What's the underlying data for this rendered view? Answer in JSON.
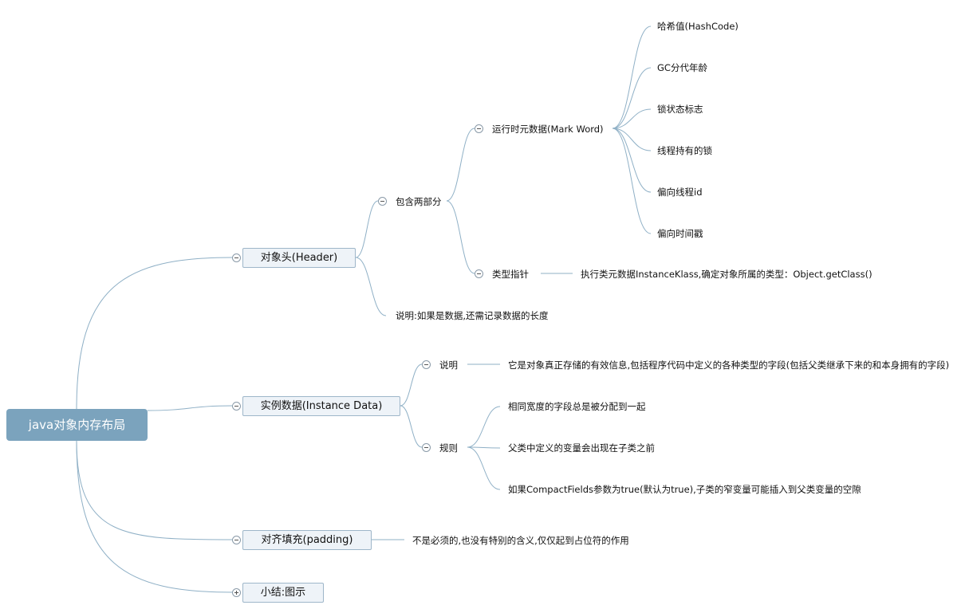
{
  "root": {
    "label": "java对象内存布局"
  },
  "header": {
    "label": "对象头(Header)",
    "contains": {
      "label": "包含两部分",
      "mark_word": {
        "label": "运行时元数据(Mark Word)",
        "items": [
          "哈希值(HashCode)",
          "GC分代年龄",
          "锁状态标志",
          "线程持有的锁",
          "偏向线程id",
          "偏向时间戳"
        ]
      },
      "type_pointer": {
        "label": "类型指针",
        "detail": "执行类元数据InstanceKlass,确定对象所属的类型：Object.getClass()"
      }
    },
    "note": "说明:如果是数据,还需记录数据的长度"
  },
  "instance_data": {
    "label": "实例数据(Instance Data)",
    "desc": {
      "label": "说明",
      "detail": "它是对象真正存储的有效信息,包括程序代码中定义的各种类型的字段(包括父类继承下来的和本身拥有的字段)"
    },
    "rules": {
      "label": "规则",
      "items": [
        "相同宽度的字段总是被分配到一起",
        "父类中定义的变量会出现在子类之前",
        "如果CompactFields参数为true(默认为true),子类的窄变量可能插入到父类变量的空隙"
      ]
    }
  },
  "padding": {
    "label": "对齐填充(padding)",
    "detail": "不是必须的,也没有特别的含义,仅仅起到占位符的作用"
  },
  "summary": {
    "label": "小结:图示"
  }
}
